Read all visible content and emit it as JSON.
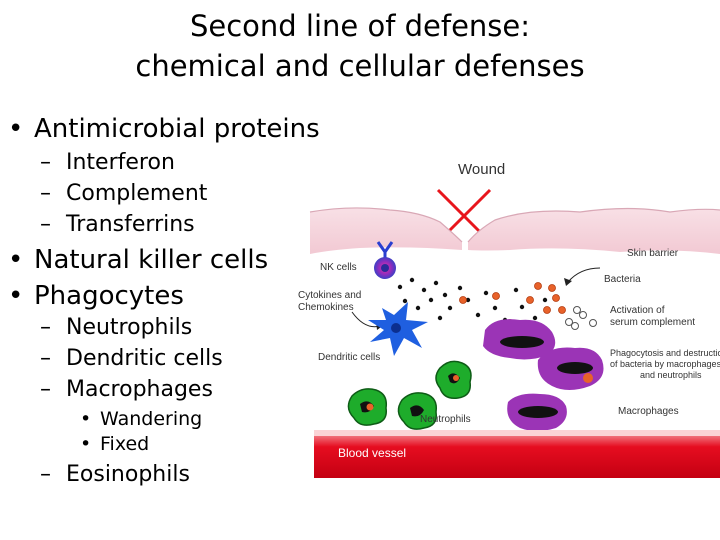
{
  "title": {
    "line1": "Second line of defense:",
    "line2": "chemical and cellular defenses"
  },
  "bullets": {
    "antimicrobial": "Antimicrobial proteins",
    "interferon": "Interferon",
    "complement": "Complement",
    "transferrins": "Transferrins",
    "nk": "Natural killer cells",
    "phagocytes": "Phagocytes",
    "neutrophils": "Neutrophils",
    "dendritic": "Dendritic cells",
    "macrophages": "Macrophages",
    "wandering": "Wandering",
    "fixed": "Fixed",
    "eosinophils": "Eosinophils"
  },
  "diagram": {
    "wound": "Wound",
    "skin_barrier": "Skin barrier",
    "nk_cells": "NK cells",
    "bacteria": "Bacteria",
    "cytokines_1": "Cytokines and",
    "cytokines_2": "Chemokines",
    "activation_1": "Activation of",
    "activation_2": "serum complement",
    "dendritic_cells": "Dendritic cells",
    "phago_1": "Phagocytosis and destruction",
    "phago_2": "of bacteria by macrophages",
    "phago_3": "and neutrophils",
    "neutrophils": "Neutrophils",
    "macrophages": "Macrophages",
    "blood_vessel": "Blood vessel"
  }
}
